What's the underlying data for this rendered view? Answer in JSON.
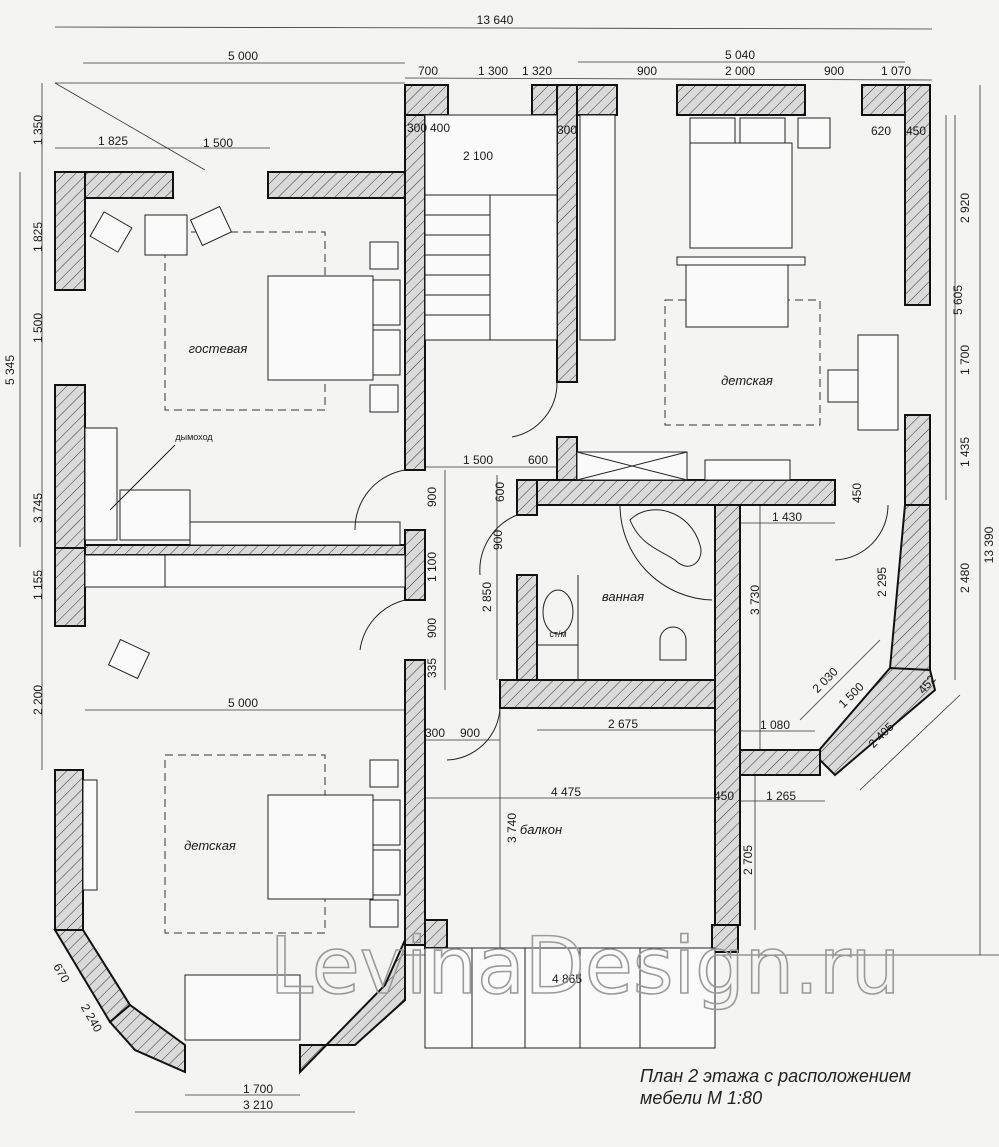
{
  "title": "План 2 этажа с расположением мебели М 1:80",
  "caption": {
    "line1": "План 2 этажа с расположением",
    "line2": "мебели  М 1:80"
  },
  "watermark": "LevinaDesign.ru",
  "rooms": {
    "guest": "гостевая",
    "kids_top": "детская",
    "bath": "ванная",
    "laundry": "ст/м",
    "balcony": "балкон",
    "kids_bottom": "детская",
    "chimney": "дымоход"
  },
  "dims_h": [
    "13 640",
    "5 000",
    "700",
    "1 300",
    "1 320",
    "900",
    "5 040",
    "2 000",
    "900",
    "1 070",
    "1 825",
    "1 500",
    "300",
    "400",
    "300",
    "2 100",
    "620",
    "450",
    "1 500",
    "600",
    "1 430",
    "5 000",
    "300",
    "900",
    "2 675",
    "1 080",
    "4 475",
    "450",
    "1 265",
    "4 865",
    "1 700",
    "3 210"
  ],
  "dims_v": [
    "1 350",
    "1 825",
    "1 500",
    "5 345",
    "3 745",
    "1 155",
    "2 200",
    "900",
    "600",
    "900",
    "1 100",
    "2 850",
    "900",
    "335",
    "2 920",
    "5 605",
    "1 700",
    "1 435",
    "13 390",
    "450",
    "2 295",
    "2 480",
    "3 730",
    "3 740",
    "2 705"
  ],
  "dims_diag": [
    "2 030",
    "1 500",
    "2 405",
    "452",
    "670",
    "2 240"
  ],
  "colors": {
    "wall_hatch": "#d8d8d8",
    "line": "#111111",
    "paper": "#f4f4f2"
  }
}
